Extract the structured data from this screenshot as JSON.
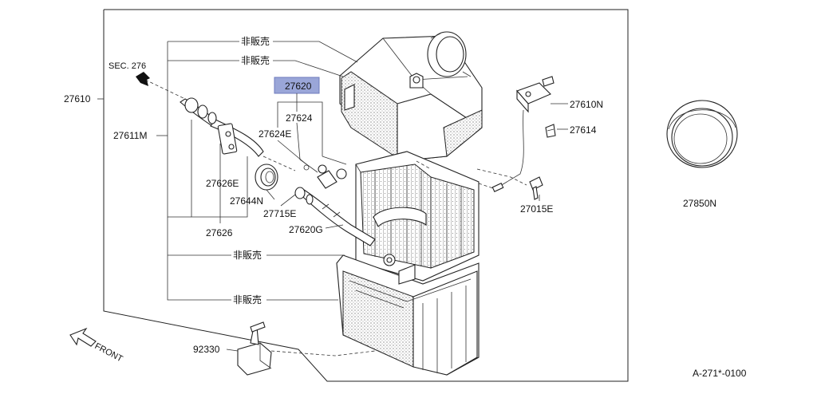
{
  "diagram": {
    "part_labels": {
      "p27610": "27610",
      "p27611M": "27611M",
      "sec276": "SEC. 276",
      "p27626E": "27626E",
      "p27626": "27626",
      "p27644N": "27644N",
      "p27715E": "27715E",
      "p27620": "27620",
      "p27624": "27624",
      "p27624E": "27624E",
      "p27620G": "27620G",
      "p27610N": "27610N",
      "p27614": "27614",
      "p27015E": "27015E",
      "p27850N": "27850N",
      "p92330": "92330"
    },
    "not_for_sale": {
      "n1": "非販売",
      "n2": "非販売",
      "n3": "非販売",
      "n4": "非販売"
    },
    "front_label": "FRONT",
    "figure_code": "A-271*-0100",
    "highlight_color": "#9aa6d8"
  }
}
